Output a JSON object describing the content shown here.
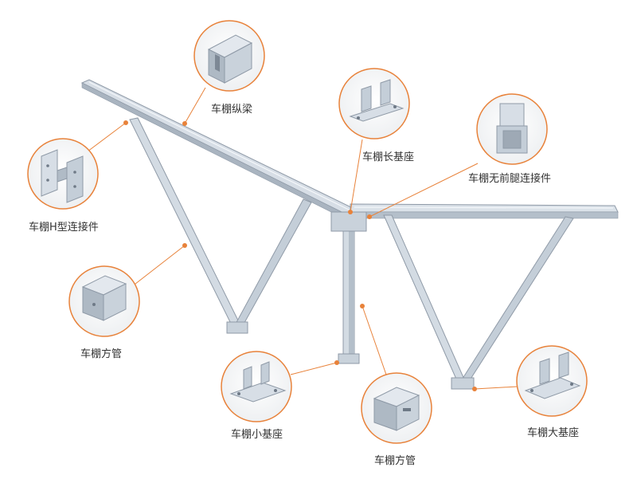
{
  "colors": {
    "callout": "#e8823a",
    "frame_light": "#dfe6ee",
    "frame_mid": "#b8c3cf",
    "frame_dark": "#8894a2"
  },
  "parts": [
    {
      "key": "longitudinal_beam",
      "label": "车棚纵梁",
      "icon": "c-channel-profile-icon"
    },
    {
      "key": "long_base",
      "label": "车棚长基座",
      "icon": "long-base-bracket-icon"
    },
    {
      "key": "front_leg_connector",
      "label": "车棚无前腿连接件",
      "icon": "u-connector-icon"
    },
    {
      "key": "h_connector",
      "label": "车棚H型连接件",
      "icon": "h-connector-icon"
    },
    {
      "key": "square_tube_left",
      "label": "车棚方管",
      "icon": "square-tube-icon"
    },
    {
      "key": "small_base",
      "label": "车棚小基座",
      "icon": "small-base-bracket-icon"
    },
    {
      "key": "square_tube_center",
      "label": "车棚方管",
      "icon": "square-tube-icon"
    },
    {
      "key": "large_base",
      "label": "车棚大基座",
      "icon": "large-base-bracket-icon"
    }
  ]
}
